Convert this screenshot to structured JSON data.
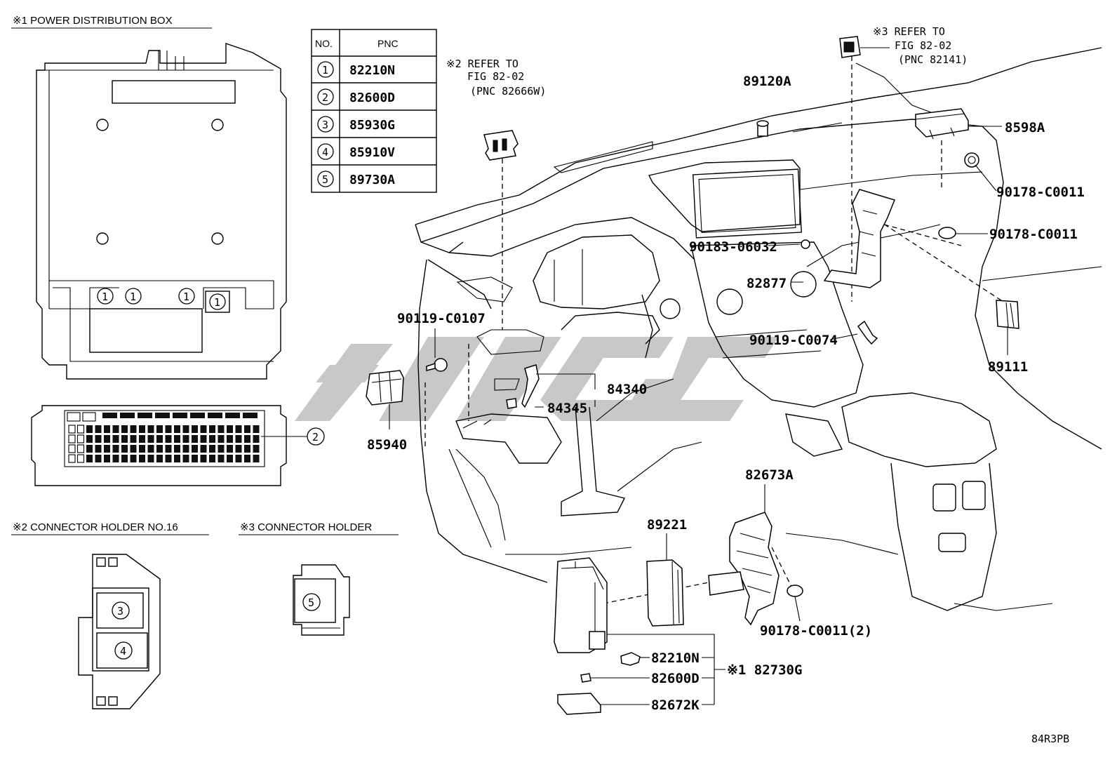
{
  "sections": {
    "power_box": "※1 POWER DISTRIBUTION BOX",
    "holder16": "※2 CONNECTOR HOLDER NO.16",
    "holder": "※3 CONNECTOR HOLDER"
  },
  "table": {
    "col_no": "NO.",
    "col_pnc": "PNC",
    "rows": [
      {
        "no": "1",
        "pnc": "82210N"
      },
      {
        "no": "2",
        "pnc": "82600D"
      },
      {
        "no": "3",
        "pnc": "85930G"
      },
      {
        "no": "4",
        "pnc": "85910V"
      },
      {
        "no": "5",
        "pnc": "89730A"
      }
    ]
  },
  "refs": {
    "ref2_line1": "※2 REFER TO",
    "ref2_line2": "FIG 82-02",
    "ref2_line3": "(PNC 82666W)",
    "ref3_line1": "※3 REFER TO",
    "ref3_line2": "FIG 82-02",
    "ref3_line3": "(PNC 82141)"
  },
  "callouts": {
    "c89120A": "89120A",
    "c8598A": "8598A",
    "c90178_1": "90178-C0011",
    "c90178_2": "90178-C0011",
    "c90183": "90183-06032",
    "c82877": "82877",
    "c90119_0107": "90119-C0107",
    "c90119_0074": "90119-C0074",
    "c89111": "89111",
    "c84340": "84340",
    "c84345": "84345",
    "c85940": "85940",
    "c82673A": "82673A",
    "c89221": "89221",
    "c90178_3": "90178-C0011(2)",
    "c82210N": "82210N",
    "c82600D": "82600D",
    "c82672K": "82672K",
    "c82730G": "※1 82730G"
  },
  "markers": {
    "one": "1",
    "two": "2",
    "three": "3",
    "four": "4",
    "five": "5"
  },
  "figure_code": "84R3PB"
}
